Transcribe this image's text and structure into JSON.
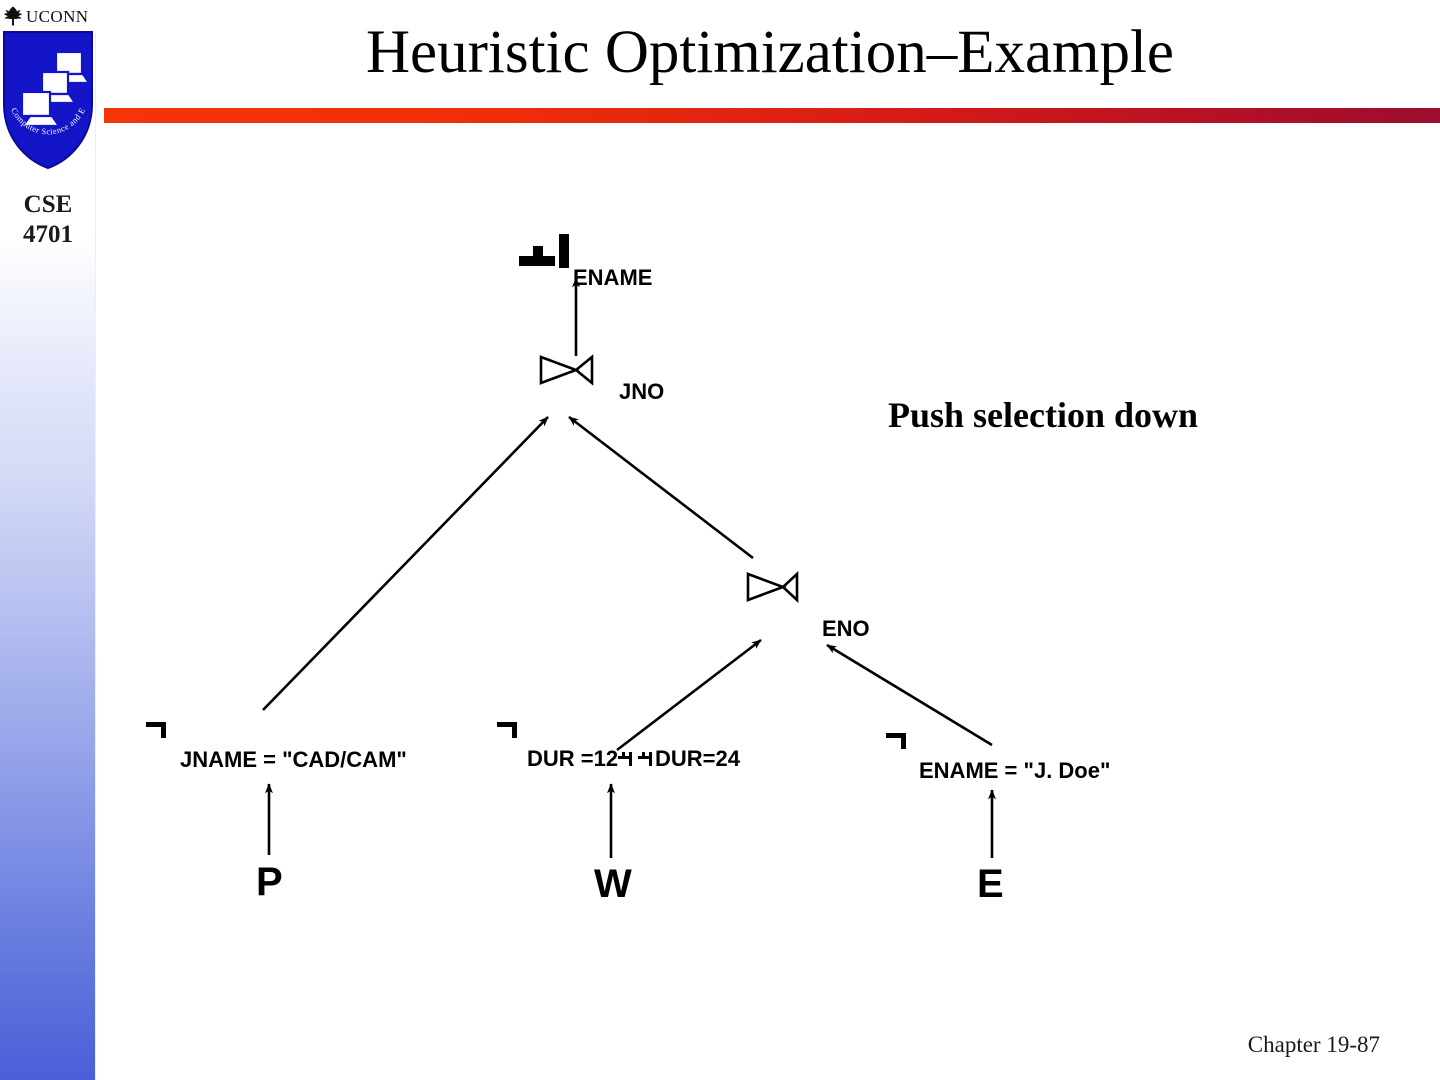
{
  "slide": {
    "title": "Heuristic Optimization–Example",
    "footer": "Chapter 19-87",
    "accent_start": "#f4350a",
    "accent_end": "#9b0d2e"
  },
  "sidebar": {
    "wordmark": "UCONN",
    "shield_text": "Computer Science and Engineering",
    "course_line1": "CSE",
    "course_line2": "4701",
    "shield_color": "#1414c8"
  },
  "annotation": {
    "note": "Push selection down"
  },
  "tree": {
    "project": {
      "symbol": "π",
      "attribute": "ENAME"
    },
    "joins": [
      {
        "symbol": "⋈",
        "attribute": "JNO"
      },
      {
        "symbol": "⋈",
        "attribute": "ENO"
      }
    ],
    "selections": [
      {
        "symbol": "σ",
        "predicate": "JNAME = \"CAD/CAM\""
      },
      {
        "symbol": "σ",
        "predicate_left": "DUR =12",
        "operator": "∨",
        "predicate_right": "DUR=24",
        "predicate": "DUR =12 ∨ DUR=24"
      },
      {
        "symbol": "σ",
        "predicate": "ENAME = \"J. Doe\""
      }
    ],
    "relations": [
      {
        "name": "P"
      },
      {
        "name": "W"
      },
      {
        "name": "E"
      }
    ]
  }
}
